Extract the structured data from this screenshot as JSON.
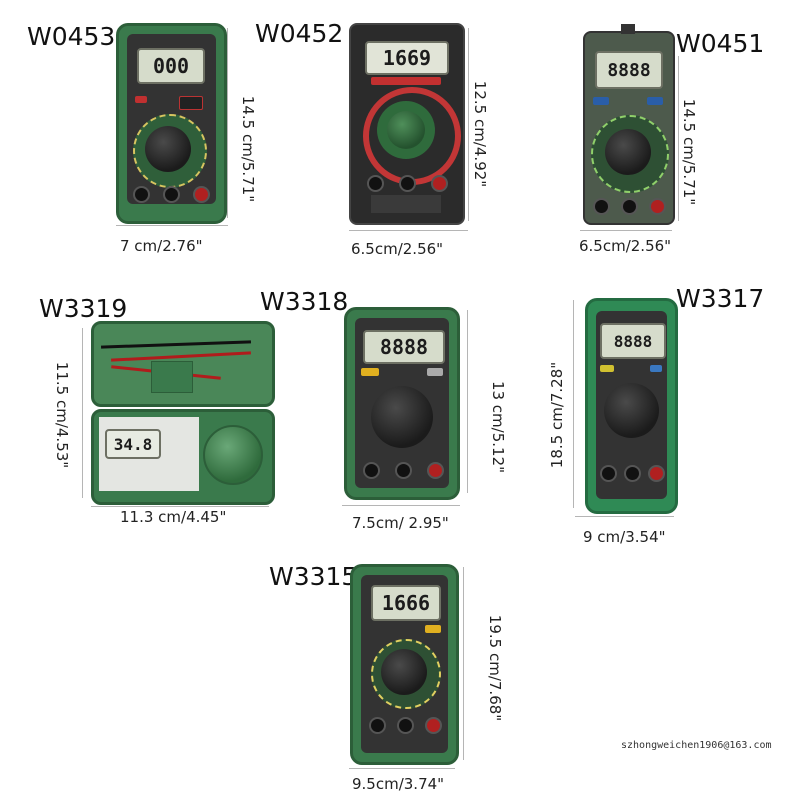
{
  "products": [
    {
      "model": "W0453",
      "height": "14.5 cm/5.71\"",
      "width": "7 cm/2.76\"",
      "display": "000"
    },
    {
      "model": "W0452",
      "height": "12.5 cm/4.92\"",
      "width": "6.5cm/2.56\"",
      "display": "1669"
    },
    {
      "model": "W0451",
      "height": "14.5 cm/5.71\"",
      "width": "6.5cm/2.56\"",
      "display": "8888"
    },
    {
      "model": "W3319",
      "height": "11.5 cm/4.53\"",
      "width": "11.3 cm/4.45\"",
      "display": "34.8"
    },
    {
      "model": "W3318",
      "height": "13 cm/5.12\"",
      "width": "7.5cm/  2.95\"",
      "display": "8888"
    },
    {
      "model": "W3317",
      "height": "18.5 cm/7.28\"",
      "width": "9 cm/3.54\"",
      "display": "8888"
    },
    {
      "model": "W3315",
      "height": "19.5 cm/7.68\"",
      "width": "9.5cm/3.74\"",
      "display": "1666"
    }
  ],
  "watermark": "szhongweichen1906@163.com",
  "colors": {
    "body_green": "#3a7a4c",
    "dark_body": "#2b2b2b",
    "lcd": "#d6dccb"
  }
}
